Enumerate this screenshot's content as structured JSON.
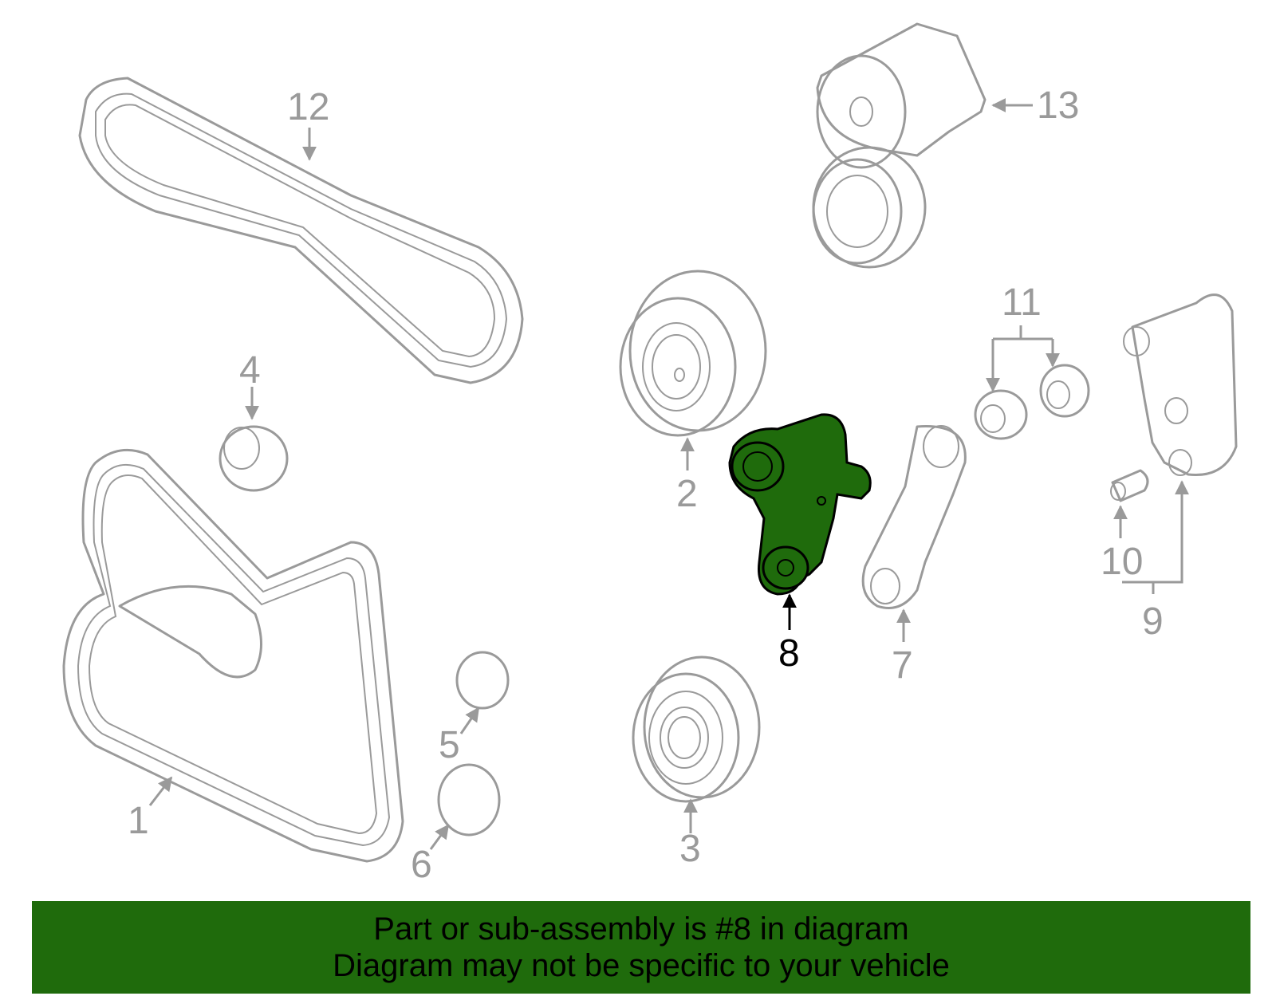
{
  "colors": {
    "highlight_fill": "#1f6b0c",
    "part_stroke": "#9a9a9a",
    "banner_background": "#1f6b0c"
  },
  "callouts": {
    "c1": "1",
    "c2": "2",
    "c3": "3",
    "c4": "4",
    "c5": "5",
    "c6": "6",
    "c7": "7",
    "c8": "8",
    "c9": "9",
    "c10": "10",
    "c11": "11",
    "c12": "12",
    "c13": "13"
  },
  "highlighted_part": "8",
  "banner": {
    "line1": "Part or sub-assembly is #8 in diagram",
    "line2": "Diagram may not be specific to your vehicle"
  }
}
